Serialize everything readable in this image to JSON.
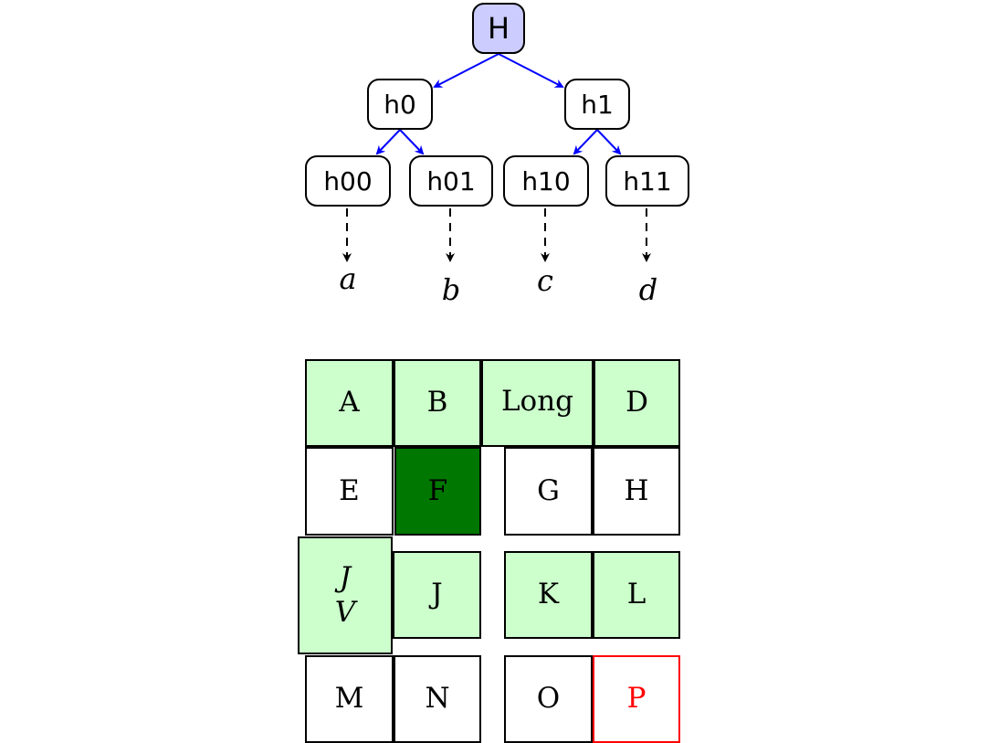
{
  "tree": {
    "root": {
      "id": "root",
      "label": "H"
    },
    "level1": [
      {
        "id": "h0",
        "label": "h0"
      },
      {
        "id": "h1",
        "label": "h1"
      }
    ],
    "level2": [
      {
        "id": "h00",
        "label": "h00",
        "parent": "h0",
        "leaf": "a"
      },
      {
        "id": "h01",
        "label": "h01",
        "parent": "h0",
        "leaf": "b"
      },
      {
        "id": "h10",
        "label": "h10",
        "parent": "h1",
        "leaf": "c"
      },
      {
        "id": "h11",
        "label": "h11",
        "parent": "h1",
        "leaf": "d"
      }
    ],
    "colors": {
      "root_fill": "#ccccff",
      "edge": "#0000ff",
      "leaf_arrow": "#000000"
    }
  },
  "grid": {
    "colors": {
      "green": "#ccffcc",
      "dark_green": "#007700",
      "red": "#ff0000"
    },
    "rows": [
      [
        {
          "id": "A",
          "lines": [
            "A"
          ],
          "fill": "green"
        },
        {
          "id": "B",
          "lines": [
            "B"
          ],
          "fill": "green"
        },
        {
          "id": "Long",
          "lines": [
            "Long"
          ],
          "fill": "green"
        },
        {
          "id": "D",
          "lines": [
            "D"
          ],
          "fill": "green"
        }
      ],
      [
        {
          "id": "E",
          "lines": [
            "E"
          ],
          "fill": "white"
        },
        {
          "id": "F",
          "lines": [
            "F"
          ],
          "fill": "dark"
        },
        {
          "id": "G",
          "lines": [
            "G"
          ],
          "fill": "white"
        },
        {
          "id": "H",
          "lines": [
            "H"
          ],
          "fill": "white"
        }
      ],
      [
        {
          "id": "JV",
          "lines": [
            "J",
            "V"
          ],
          "fill": "green",
          "italic": true
        },
        {
          "id": "J",
          "lines": [
            "J"
          ],
          "fill": "green"
        },
        {
          "id": "K",
          "lines": [
            "K"
          ],
          "fill": "green"
        },
        {
          "id": "L",
          "lines": [
            "L"
          ],
          "fill": "green"
        }
      ],
      [
        {
          "id": "M",
          "lines": [
            "M"
          ],
          "fill": "white"
        },
        {
          "id": "N",
          "lines": [
            "N"
          ],
          "fill": "white"
        },
        {
          "id": "O",
          "lines": [
            "O"
          ],
          "fill": "white"
        },
        {
          "id": "P",
          "lines": [
            "P"
          ],
          "fill": "white",
          "outline": "red"
        }
      ]
    ]
  }
}
